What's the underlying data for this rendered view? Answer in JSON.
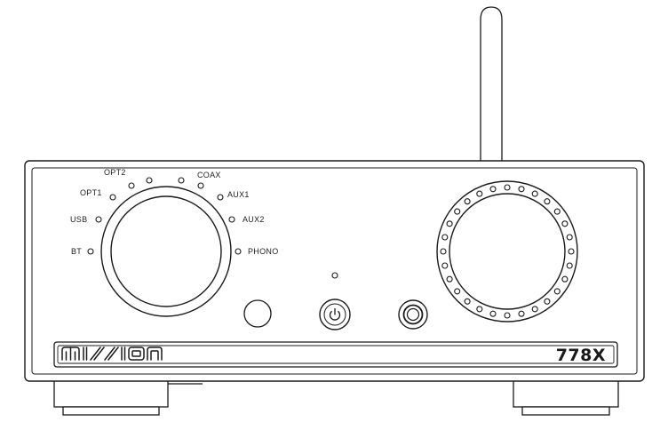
{
  "product": {
    "brand": "mission",
    "model": "778X"
  },
  "input_selector": {
    "labels": {
      "bt": "BT",
      "usb": "USB",
      "opt1": "OPT1",
      "opt2": "OPT2",
      "coax": "COAX",
      "aux1": "AUX1",
      "aux2": "AUX2",
      "phono": "PHONO"
    }
  },
  "colors": {
    "line": "#1a1a1a",
    "background": "#ffffff"
  }
}
